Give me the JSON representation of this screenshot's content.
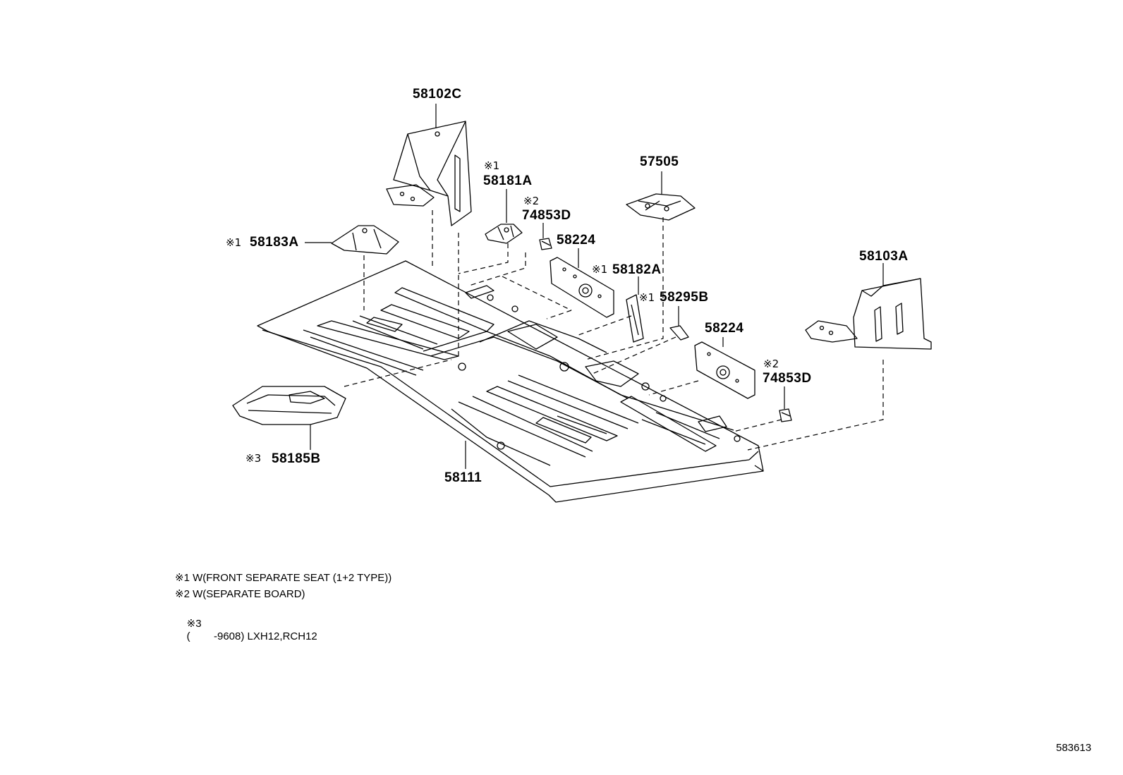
{
  "parts": [
    {
      "id": "58102C",
      "mark": ""
    },
    {
      "id": "58181A",
      "mark": "※1"
    },
    {
      "id": "74853D",
      "mark": "※2"
    },
    {
      "id": "57505",
      "mark": ""
    },
    {
      "id": "58183A",
      "mark": "※1"
    },
    {
      "id": "58224",
      "mark": ""
    },
    {
      "id": "58182A",
      "mark": "※1"
    },
    {
      "id": "58295B",
      "mark": "※1"
    },
    {
      "id": "58103A",
      "mark": ""
    },
    {
      "id": "58224",
      "mark": ""
    },
    {
      "id": "74853D",
      "mark": "※2"
    },
    {
      "id": "58185B",
      "mark": "※3"
    },
    {
      "id": "58111",
      "mark": ""
    }
  ],
  "notes": [
    {
      "mark": "※1",
      "text": "W(FRONT SEPARATE SEAT (1+2 TYPE))"
    },
    {
      "mark": "※2",
      "text": "W(SEPARATE BOARD)"
    },
    {
      "mark": "※3",
      "text": "(        -9608) LXH12,RCH12"
    }
  ],
  "diagram_ref": "583613",
  "colors": {
    "ink": "#000000",
    "background": "#ffffff"
  }
}
